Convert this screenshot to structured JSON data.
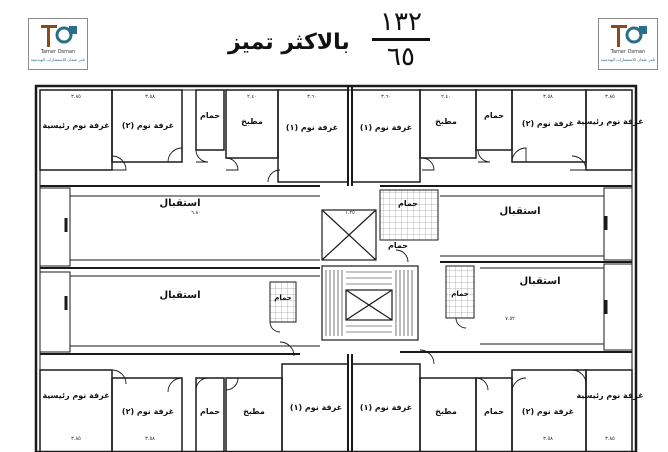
{
  "header": {
    "title": "بالاكثر تميز",
    "fraction_top": "١٣٢",
    "fraction_bottom": "٦٥"
  },
  "logo": {
    "name": "Tamer Osman",
    "tagline": "تامر عثمان للاستشارات الهندسية"
  },
  "rooms": {
    "master": "غرفة نوم رئيسية",
    "bedroom2": "غرفة نوم (٢)",
    "bedroom1": "غرفة نوم (١)",
    "bath": "حمام",
    "kitchen": "مطبخ",
    "reception": "استقبال"
  },
  "dims": {
    "d1": "٣.٨٥",
    "d2": "٣.٥٨",
    "d3": "٢.٤٠",
    "d4": "٣.٦٠",
    "d5": "٦.٨٠",
    "d6": "٧.٥٢",
    "d7": "١.٢٥"
  },
  "colors": {
    "wall": "#1a1a1a",
    "hatch": "#555555"
  }
}
